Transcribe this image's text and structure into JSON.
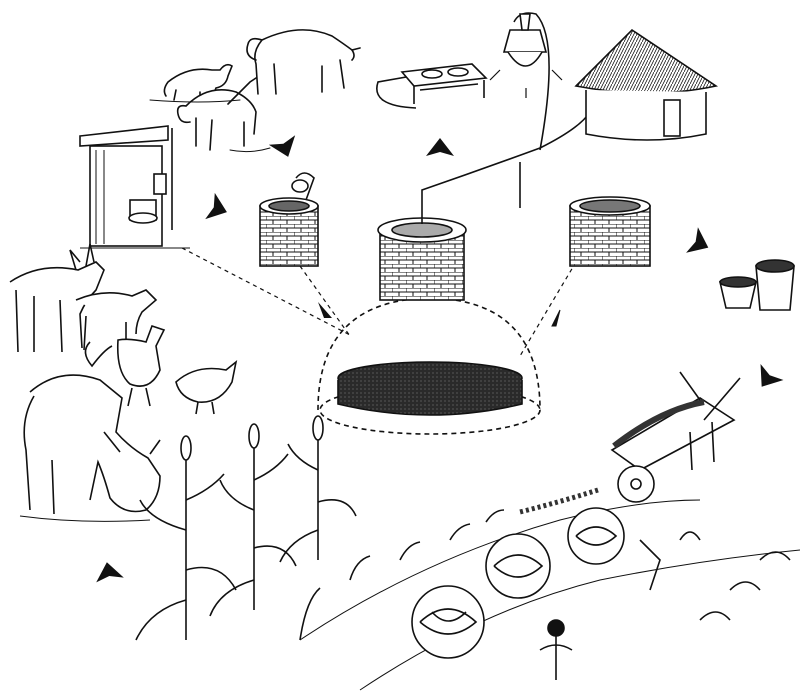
{
  "diagram": {
    "ink_color": "#111111",
    "paper_color": "#ffffff",
    "slurry_color": "#2a2a2a",
    "components": {
      "cattle_herd": "cow-icon",
      "latrine": "outhouse-icon",
      "feed_inlet": "brick-inlet-tank-icon",
      "digester": "dome-digester-icon",
      "outlet_tank": "brick-outlet-tank-icon",
      "gas_pipe": "pipe-icon",
      "stove": "gas-stove-icon",
      "lamp": "gas-lamp-icon",
      "hut": "thatched-hut-icon",
      "buckets": "slurry-bucket-icon",
      "wheelbarrow": "wheelbarrow-icon",
      "livestock_group": "donkey-goat-rooster-hen-icon",
      "grazing_cow": "grazing-cow-icon",
      "maize_crop": "maize-plant-icon",
      "vegetable_garden": "cabbage-garden-icon"
    },
    "flow_arrows": [
      "manure-to-inlet",
      "latrine-to-inlet",
      "gas-to-stove",
      "outlet-to-buckets",
      "buckets-to-wheelbarrow",
      "crops-to-livestock"
    ]
  }
}
